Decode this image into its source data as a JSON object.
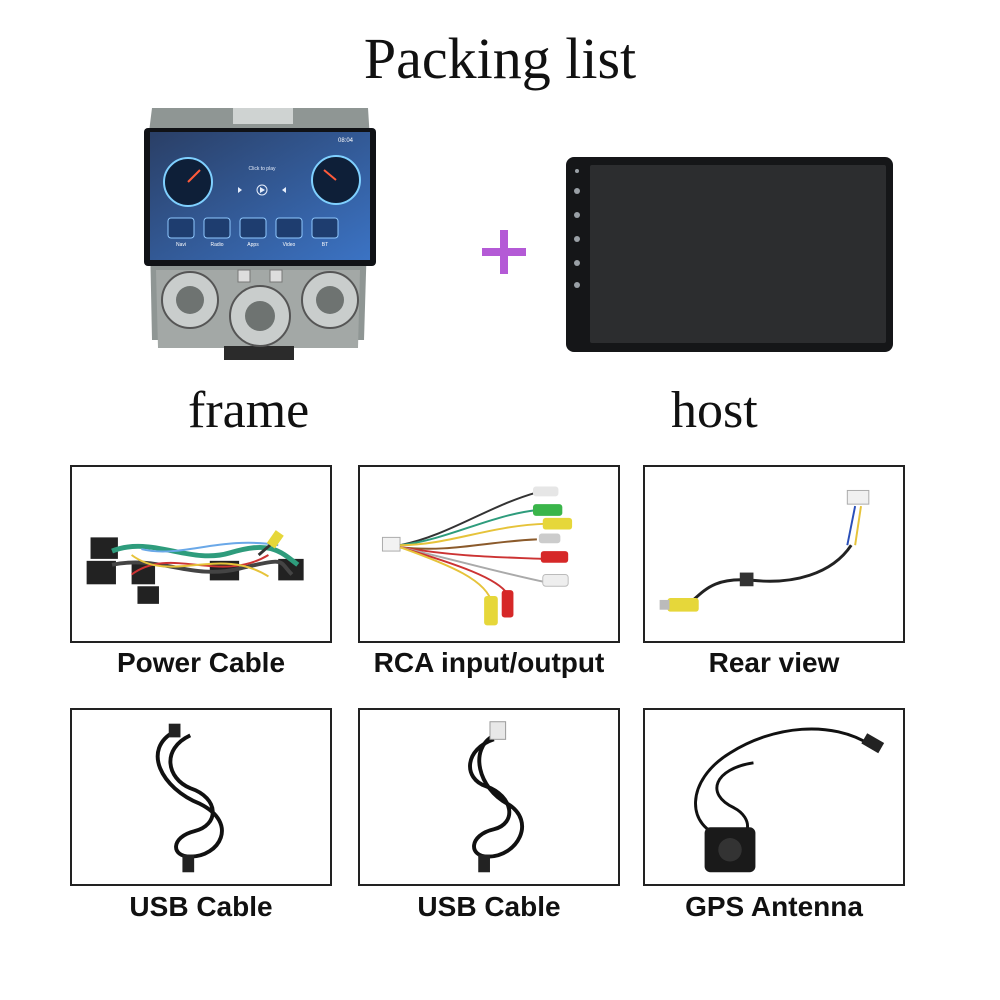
{
  "title": "Packing list",
  "products": {
    "frame_label": "frame",
    "host_label": "host",
    "screen": {
      "time": "08:04",
      "media_hint": "Click to play",
      "apps": [
        "Navi",
        "Radio",
        "Apps",
        "Video",
        "BT"
      ]
    }
  },
  "accessories": [
    {
      "label": "Power Cable",
      "icon": "power-harness"
    },
    {
      "label": "RCA input/output",
      "icon": "rca-cable"
    },
    {
      "label": "Rear view",
      "icon": "rear-view-cable"
    },
    {
      "label": "USB Cable",
      "icon": "usb-cable"
    },
    {
      "label": "USB Cable",
      "icon": "usb-cable"
    },
    {
      "label": "GPS Antenna",
      "icon": "gps-antenna"
    }
  ],
  "colors": {
    "plus": "#b45ad6",
    "screen_accent": "#2aa7e8"
  }
}
